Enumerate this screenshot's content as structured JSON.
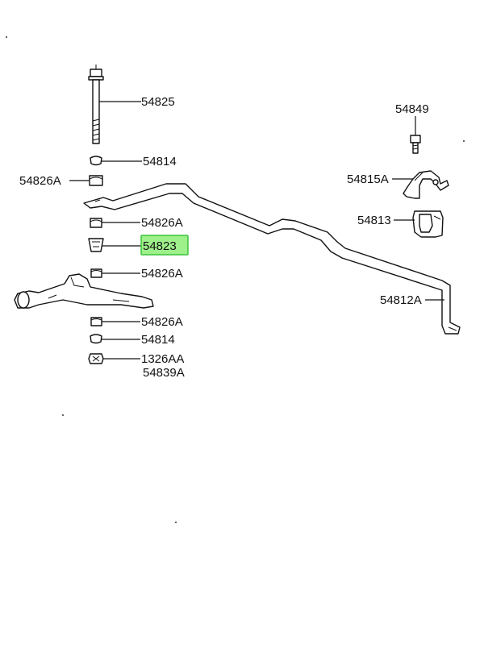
{
  "diagram": {
    "highlight_color": "#9ef08a",
    "highlight_border": "#3cc43a",
    "highlighted_part": "54823",
    "labels": {
      "bolt": "54825",
      "washer_top": "54814",
      "bushing_left": "54826A",
      "bushing_upper": "54826A",
      "bushing_highlight": "54823",
      "bushing_mid": "54826A",
      "bushing_lower": "54826A",
      "washer_bottom": "54814",
      "nut_a": "1326AA",
      "nut_b": "54839A",
      "bracket_bolt": "54849",
      "bracket": "54815A",
      "bracket_bushing": "54813",
      "stabilizer_bar": "54812A"
    }
  }
}
